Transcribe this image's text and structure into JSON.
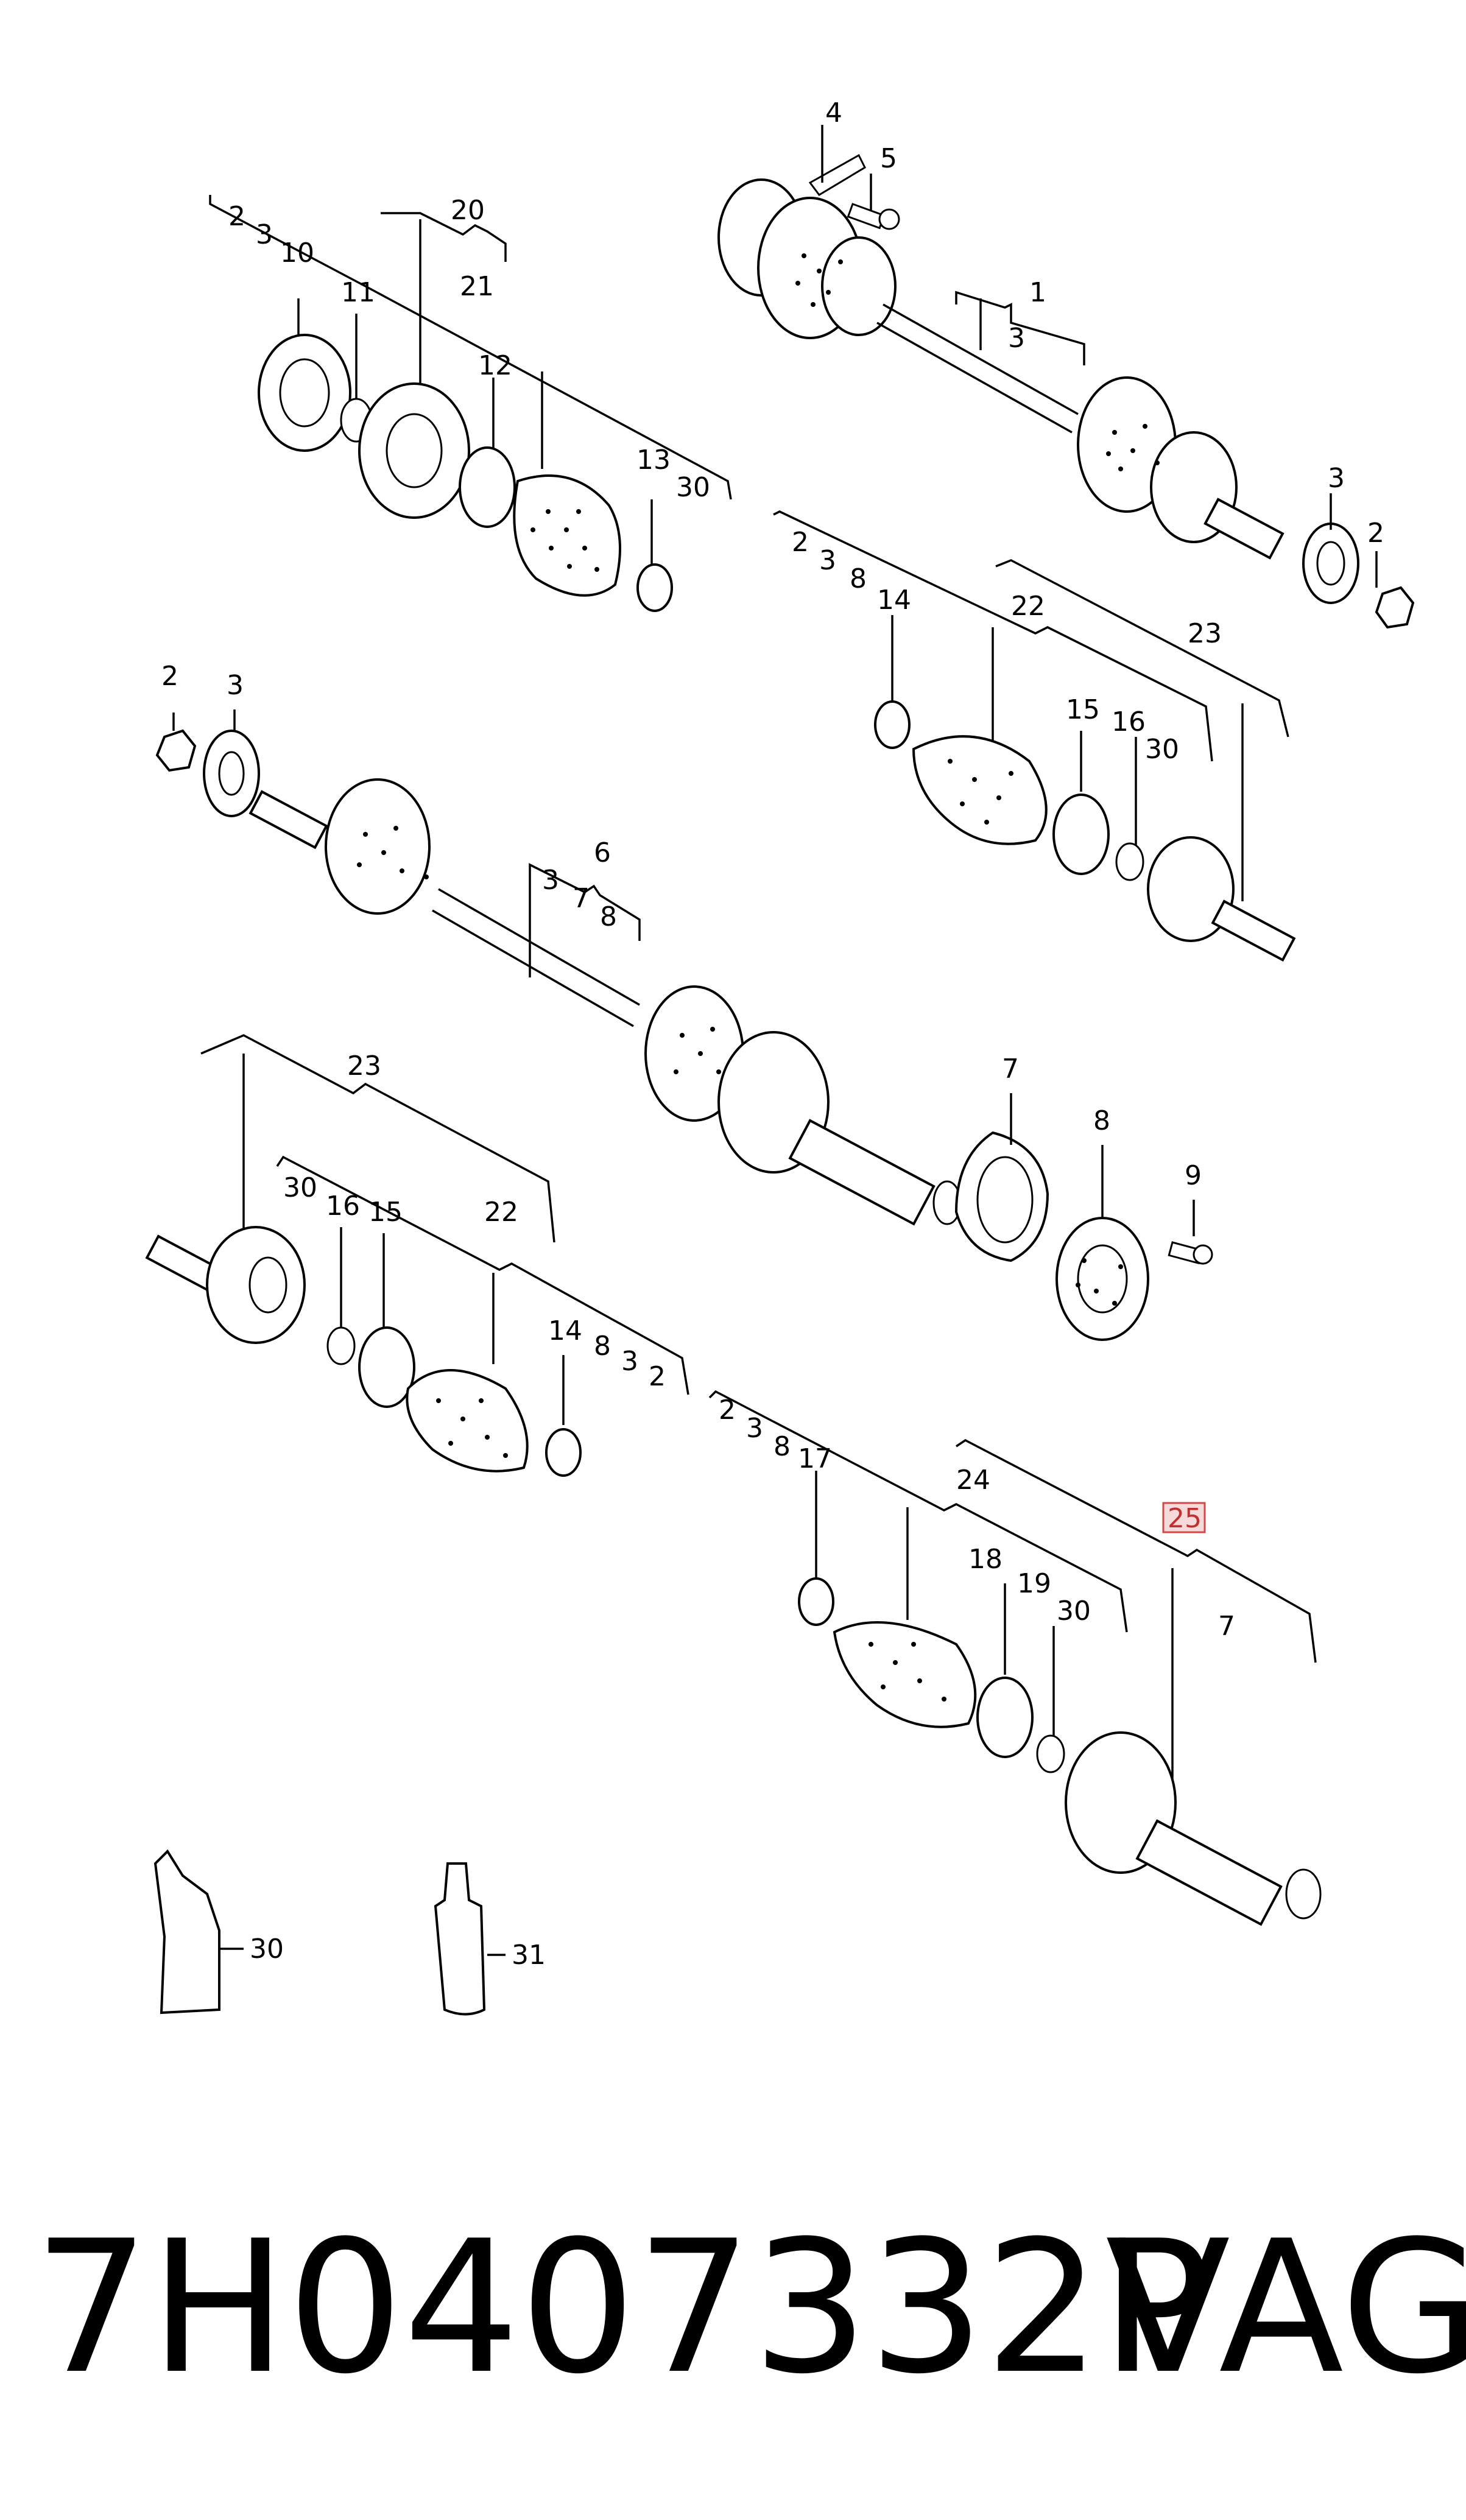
{
  "callouts": {
    "c1": "1",
    "c2": "2",
    "c3": "3",
    "c4": "4",
    "c5": "5",
    "c6": "6",
    "c7": "7",
    "c8": "8",
    "c9": "9",
    "c10": "10",
    "c11": "11",
    "c12": "12",
    "c13": "13",
    "c14": "14",
    "c15": "15",
    "c16": "16",
    "c17": "17",
    "c18": "18",
    "c19": "19",
    "c20": "20",
    "c21": "21",
    "c22": "22",
    "c23": "23",
    "c24": "24",
    "c25": "25",
    "c30": "30",
    "c31": "31"
  },
  "footer": {
    "part_number": "7H0407332P",
    "brand": "VAG"
  },
  "colors": {
    "ink": "#000000",
    "highlight_fill": "#f6dada",
    "highlight_stroke": "#d04848"
  }
}
